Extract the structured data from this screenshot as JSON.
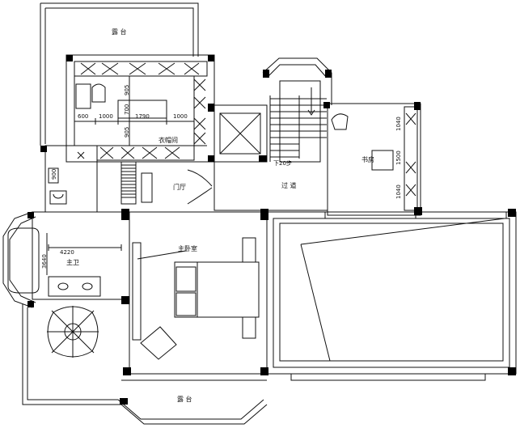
{
  "labels": {
    "terrace_top": "露 台",
    "walkin_closet": "衣帽间",
    "foyer": "门厅",
    "corridor": "过 道",
    "study": "书房",
    "stairs_down": "下20步",
    "master_bedroom": "主卧室",
    "master_bath": "主卫",
    "terrace_bottom": "露 台"
  },
  "dimensions": {
    "d600": "600",
    "d1000_a": "1000",
    "d1790": "1790",
    "d1000_b": "1000",
    "d905_top": "905",
    "d700": "700",
    "d905_bottom": "905",
    "d1040_top": "1040",
    "d1500": "1500",
    "d1040_bottom": "1040",
    "d4220": "4220",
    "d3640": "3640",
    "d900": "900"
  },
  "colors": {
    "line": "#111111",
    "column": "#000000",
    "background": "#ffffff"
  }
}
